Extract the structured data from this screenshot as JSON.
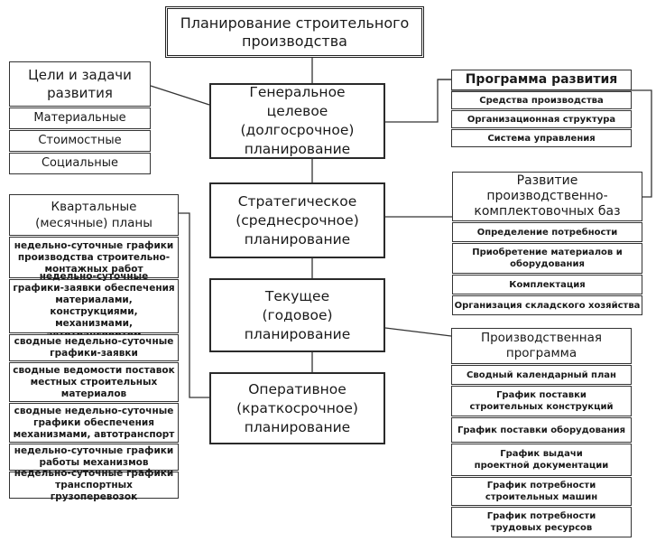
{
  "title": "Планирование строительного производства",
  "center": [
    "Генеральное целевое (долгосрочное) планирование",
    "Стратегическое (среднесрочное) планирование",
    "Текущее (годовое) планирование",
    "Оперативное (краткосрочное) планирование"
  ],
  "goals": {
    "header": "Цели и задачи развития",
    "items": [
      "Материальные",
      "Стоимостные",
      "Социальные"
    ]
  },
  "quarterly": {
    "header": "Квартальные (месячные) планы",
    "items": [
      "недельно-суточные графики производства строительно-монтажных работ",
      "недельно-суточные графики-заявки обеспечения материалами, конструкциями, механизмами, автотранспортом",
      "сводные недельно-суточные графики-заявки",
      "сводные ведомости поставок местных строительных материалов",
      "сводные недельно-суточные графики обеспечения механизмами, автотранспорт",
      "недельно-суточные графики работы механизмов",
      "недельно-суточные графики транспортных грузоперевозок"
    ]
  },
  "dev_program": {
    "header": "Программа развития",
    "items": [
      "Средства производства",
      "Организационная структура",
      "Система управления"
    ]
  },
  "bases": {
    "header": "Развитие производственно-комплектовочных баз",
    "items": [
      "Определение потребности",
      "Приобретение материалов и оборудования",
      "Комплектация",
      "Организация складского хозяйства"
    ]
  },
  "prod_program": {
    "header": "Производственная программа",
    "items": [
      "Сводный календарный план",
      "График поставки строительных конструкций",
      "График поставки оборудования",
      "График выдачи проектной документации",
      "График потребности строительных машин",
      "График потребности трудовых ресурсов"
    ]
  }
}
